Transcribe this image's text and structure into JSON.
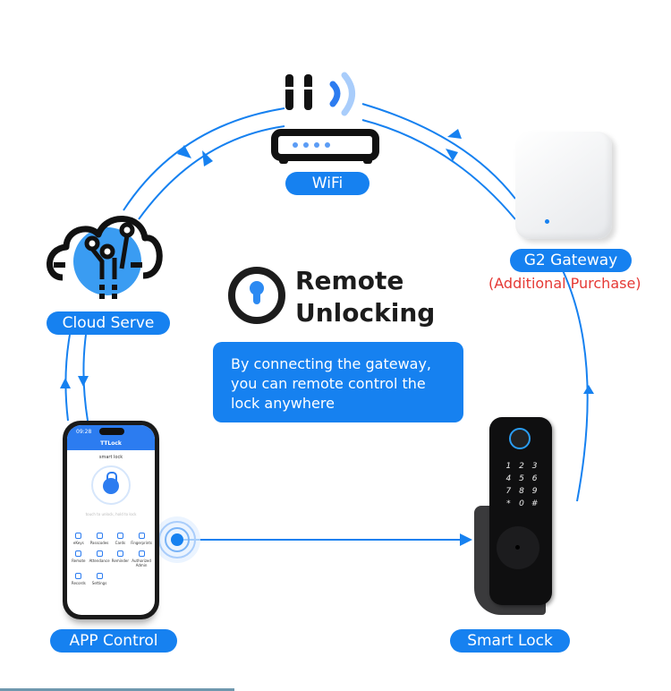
{
  "headline": {
    "line1": "Remote",
    "line2": "Unlocking",
    "icon": "keyhole-lock-icon"
  },
  "description": {
    "line1": "By connecting the gateway,",
    "line2": "you can  remote control the",
    "line3": "lock anywhere"
  },
  "nodes": {
    "wifi": {
      "label": "WiFi",
      "icon": "router-icon"
    },
    "cloud": {
      "label": "Cloud Serve",
      "icon": "cloud-circuit-icon"
    },
    "gateway": {
      "label": "G2 Gateway",
      "note": "(Additional Purchase)",
      "icon": "gateway-device"
    },
    "app": {
      "label": "APP Control",
      "icon": "smartphone"
    },
    "lock": {
      "label": "Smart Lock",
      "icon": "smart-lock-device"
    }
  },
  "phone_screen": {
    "time": "09:28",
    "app_title": "TTLock",
    "lock_name": "smart lock",
    "hint": "touch to unlock, hold to lock",
    "menu": [
      "eKeys",
      "Passcodes",
      "Cards",
      "Fingerprints",
      "Remote",
      "Attendance",
      "Reminder",
      "Authorized Admin",
      "Records",
      "Settings"
    ]
  },
  "keypad": [
    "1",
    "2",
    "3",
    "4",
    "5",
    "6",
    "7",
    "8",
    "9",
    "*",
    "0",
    "#"
  ],
  "colors": {
    "accent": "#1681f0",
    "note": "#e53935",
    "text": "#1c1c1c"
  }
}
